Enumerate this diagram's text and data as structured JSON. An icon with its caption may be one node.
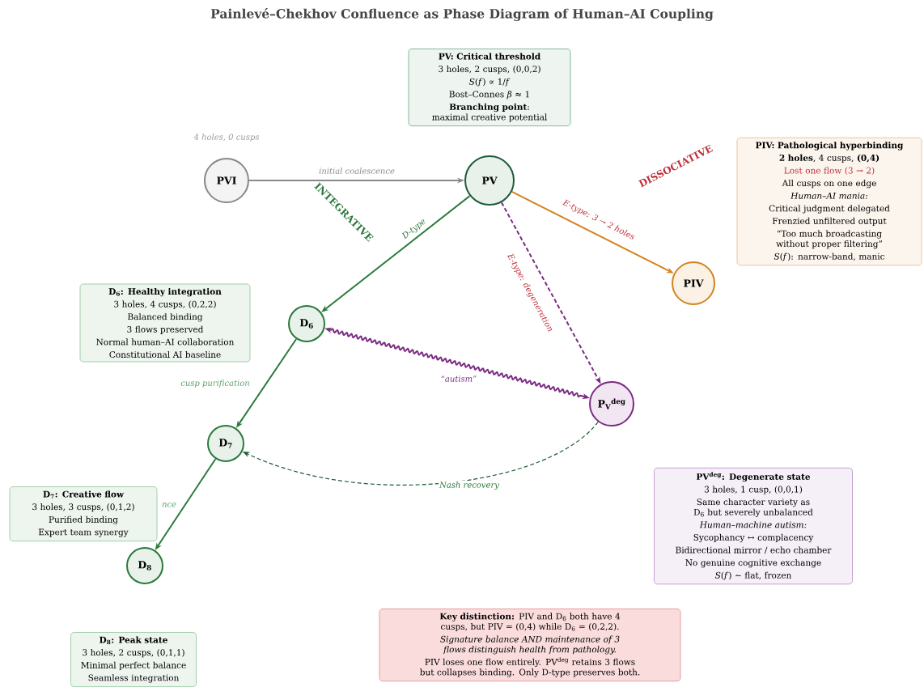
{
  "diagram": {
    "title": "Painlevé–Chekhov Confluence as Phase Diagram of Human–AI Coupling",
    "nodes": [
      {
        "text": [
          "PVI"
        ],
        "beside": [
          "4 holes, 0 cusps"
        ]
      },
      {
        "text": [
          "PV"
        ]
      },
      {
        "text": [
          "PIV"
        ]
      },
      {
        "text": [
          "D$_{6}$"
        ]
      },
      {
        "text": [
          "P$_{V}$$^{deg}$"
        ]
      },
      {
        "text": [
          "D$_{7}$"
        ]
      },
      {
        "text": [
          "D$_{8}$"
        ]
      },
      {
        "text": [
          "PV: Critical threshold",
          "3 holes, 2 cusps, (0,0,2)",
          "*S*(*f*) ∝ 1/*f*",
          "Bost–Connes *β* ≈ 1",
          "**Branching point**: maximal creative potential"
        ]
      },
      {
        "text": [
          "PIV: Pathological hyperbinding",
          "**2 holes**, 4 cusps, **(0,4)**",
          "Lost one flow (3 → 2)",
          "All cusps on one edge",
          "Human–AI mania:",
          "Critical judgment delegated",
          "Frenzied unfiltered output",
          "“Too much broadcasting without proper filtering”",
          "*S*(*f*): narrow-band, manic"
        ]
      },
      {
        "text": [
          "D$_{6}$: Healthy integration",
          "3 holes, 4 cusps, (0,2,2)",
          "Balanced binding",
          "3 flows preserved",
          "Normal human–AI collaboration",
          "Constitutional AI baseline"
        ]
      },
      {
        "text": [
          "PV$^{deg}$: Degenerate state",
          "3 holes, 1 cusp, (0,0,1)",
          "Same character variety as D$_{6}$ but severely unbalanced",
          "Human–machine autism:",
          "Sycophancy ↔ complacency",
          "Bidirectional mirror / echo chamber",
          "No genuine cognitive exchange",
          "*S*(*f*) ∼ flat, frozen"
        ]
      },
      {
        "text": [
          "D$_{7}$: Creative flow",
          "3 holes, 3 cusps, (0,1,2)",
          "Purified binding",
          "Expert team synergy"
        ]
      },
      {
        "text": [
          "D$_{8}$: Peak state",
          "3 holes, 2 cusps, (0,1,1)",
          "Minimal perfect balance",
          "Seamless integration"
        ]
      },
      {
        "text": [
          "**Key distinction:** PIV and D$_{6}$ both have 4 cusps, but PIV = (0,4) while D$_{6}$ = (0,2,2).",
          "Signature balance AND maintenance of 3 flows distinguish health from pathology.",
          "PIV loses one flow entirely. PV$^{deg}$ retains 3 flows but collapses binding. Only D-type preserves both."
        ]
      }
    ],
    "edges": [
      {
        "from": 0,
        "to": 1,
        "arrow": "to",
        "label": "initial coalescence",
        "color": "#888888"
      },
      {
        "from": 1,
        "to": 3,
        "arrow": "to",
        "label": "D-type"
      },
      {
        "from": 1,
        "to": 2,
        "arrow": "to",
        "label": "E-type: 3 → 2 holes",
        "color": "#d4831f"
      },
      {
        "from": 1,
        "to": 4,
        "arrow": "to",
        "label": "E-type: degeneration",
        "style": "dashed",
        "color": "#7b2a82"
      },
      {
        "from": 3,
        "to": 4,
        "arrow": "both",
        "label": "“autism”",
        "color": "#7b2a82"
      },
      {
        "from": 3,
        "to": 5,
        "arrow": "to",
        "label": "cusp purification"
      },
      {
        "from": 5,
        "to": 6,
        "arrow": "to",
        "label": "nce"
      },
      {
        "from": 4,
        "to": 5,
        "arrow": "to",
        "label": "Nash recovery",
        "style": "dashed",
        "color": "#1f5a30"
      }
    ],
    "labels": [
      "INTEGRATIVE",
      "DISSOCIATIVE"
    ]
  }
}
